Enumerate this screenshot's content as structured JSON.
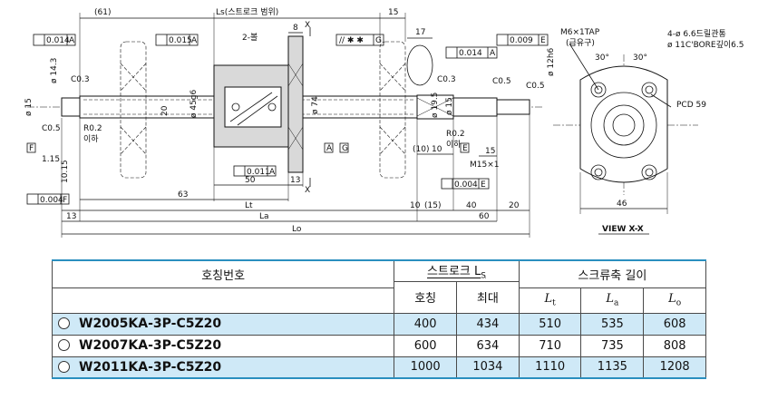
{
  "drawing": {
    "dims": {
      "d61": "(61)",
      "stroke_range": "Ls(스트로크 범위)",
      "d15top": "15",
      "d17": "17",
      "d8": "8",
      "x_mark": "X",
      "two_ball": "2-볼",
      "tol_0014": "0.014",
      "tol_0015": "0.015",
      "tol_0009": "0.009",
      "tol_0014b": "0.014",
      "ref_A": "A",
      "ref_E": "E",
      "ref_F": "F",
      "ref_G": "G",
      "para_sym": "// ✱ ✱",
      "perp_0011": "0.011",
      "perp_0004": "0.004",
      "perp_0004b": "0.004",
      "d14_3": "ø 14.3",
      "d15": "ø 15",
      "d20": "20",
      "d45": "ø 45g6",
      "d74": "ø 74",
      "d19_5": "ø 19.5",
      "d15b": "ø 15",
      "d12": "ø 12h6",
      "c03": "C0.3",
      "c03b": "C0.3",
      "c05": "C0.5",
      "c05b": "C0.5",
      "c05c": "C0.5",
      "r02": "R0.2",
      "r02_sub": "이하",
      "r02b": "R0.2",
      "r02b_sub": "이하",
      "d1_15": "1.15",
      "d10_15": "10.15",
      "d50": "50",
      "d13": "13",
      "d63": "63",
      "d10a": "(10)",
      "d10b": "10",
      "d10c": "10",
      "d15c": "(15)",
      "d40": "40",
      "d60": "60",
      "d13b": "13",
      "d15d": "15",
      "m15": "M15×1",
      "lt": "Lt",
      "la": "La",
      "lo": "Lo"
    },
    "view": {
      "tap": "M6×1TAP",
      "tap_sub": "(급유구)",
      "holes": "4-ø 6.6드릴관통",
      "cbore": "ø 11C'BORE깊이6.5",
      "ang1": "30°",
      "ang2": "30°",
      "pcd": "PCD 59",
      "w46": "46",
      "title": "VIEW X-X"
    }
  },
  "table": {
    "col_part": "호칭번호",
    "col_stroke": "스트로크 L",
    "col_stroke_sub": "S",
    "col_screw": "스크류축 길이",
    "sub_nominal": "호칭",
    "sub_max": "최대",
    "lt": "L",
    "lt_sub": "t",
    "la": "L",
    "la_sub": "a",
    "lo": "L",
    "lo_sub": "o",
    "rows": [
      {
        "part": "W2005KA-3P-C5Z20",
        "nominal": "400",
        "max": "434",
        "lt": "510",
        "la": "535",
        "lo": "608"
      },
      {
        "part": "W2007KA-3P-C5Z20",
        "nominal": "600",
        "max": "634",
        "lt": "710",
        "la": "735",
        "lo": "808"
      },
      {
        "part": "W2011KA-3P-C5Z20",
        "nominal": "1000",
        "max": "1034",
        "lt": "1110",
        "la": "1135",
        "lo": "1208"
      }
    ]
  }
}
